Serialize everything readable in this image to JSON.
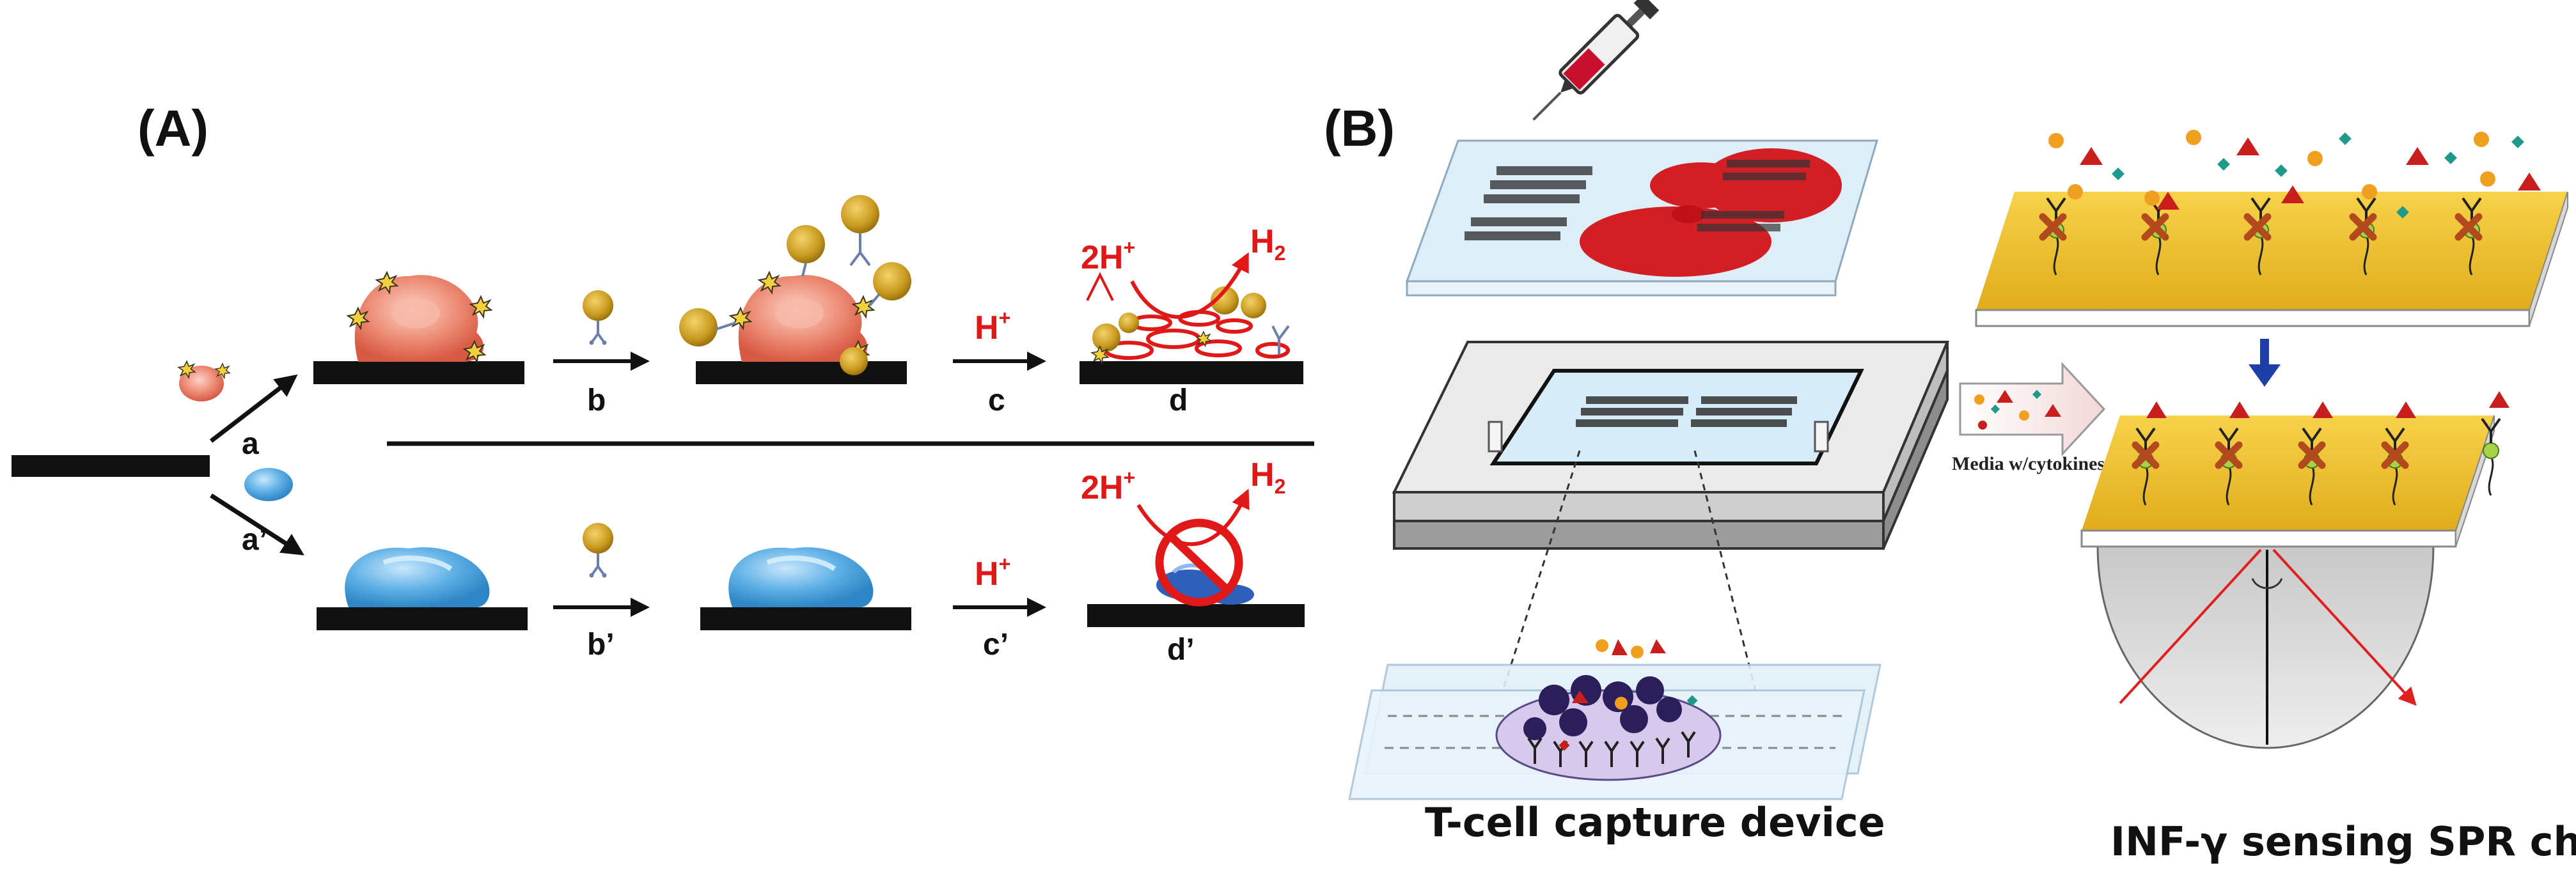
{
  "panel_a": {
    "label": "(A)",
    "steps": {
      "a": "a",
      "b": "b",
      "c": "c",
      "d": "d",
      "a_prime": "a’",
      "b_prime": "b’",
      "c_prime": "c’",
      "d_prime": "d’"
    },
    "chem": {
      "proton": "H",
      "proton_sup": "+",
      "two_proton": "2H",
      "two_proton_sup": "+",
      "hydrogen": "H",
      "hydrogen_sub": "2"
    }
  },
  "panel_b": {
    "label": "(B)",
    "media_label": "Media w/cytokines",
    "caption_device": "T-cell capture device",
    "caption_chip": "INF-γ sensing SPR chip"
  },
  "colors": {
    "cell_red": "#e8745f",
    "cell_blue": "#4aa3dd",
    "gold_bead": "#c99a1f",
    "reaction_red": "#e01818",
    "blood_red": "#d21f26",
    "chip_gold": "#f2c230",
    "arrow_blue": "#1f3fa8"
  }
}
